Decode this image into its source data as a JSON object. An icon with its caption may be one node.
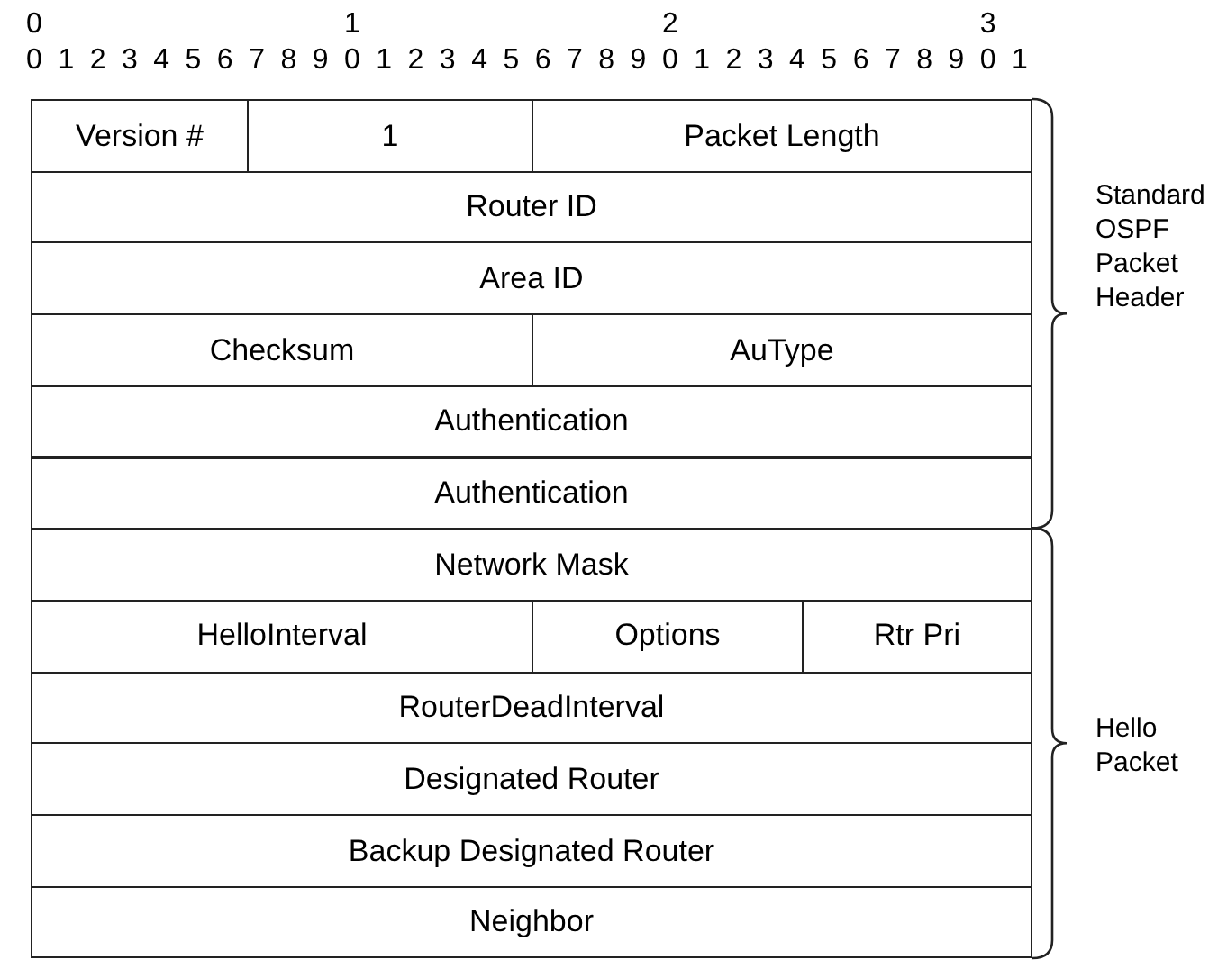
{
  "diagram": {
    "nodes": [
      {
        "text": [
          "Version #"
        ]
      },
      {
        "text": [
          "1"
        ]
      },
      {
        "text": [
          "Packet Length"
        ]
      },
      {
        "text": [
          "Router ID"
        ]
      },
      {
        "text": [
          "Area ID"
        ]
      },
      {
        "text": [
          "Checksum"
        ]
      },
      {
        "text": [
          "AuType"
        ]
      },
      {
        "text": [
          "Authentication"
        ]
      },
      {
        "text": [
          "Authentication"
        ]
      },
      {
        "text": [
          "Network Mask"
        ]
      },
      {
        "text": [
          "HelloInterval"
        ]
      },
      {
        "text": [
          "Options"
        ]
      },
      {
        "text": [
          "Rtr Pri"
        ]
      },
      {
        "text": [
          "RouterDeadInterval"
        ]
      },
      {
        "text": [
          "Designated Router"
        ]
      },
      {
        "text": [
          "Backup Designated Router"
        ]
      },
      {
        "text": [
          "Neighbor"
        ]
      }
    ],
    "edges": [],
    "labels": [
      "0",
      "1",
      "2",
      "3",
      "0",
      "1",
      "2",
      "3",
      "4",
      "5",
      "6",
      "7",
      "8",
      "9",
      "0",
      "1",
      "2",
      "3",
      "4",
      "5",
      "6",
      "7",
      "8",
      "9",
      "0",
      "1",
      "2",
      "3",
      "4",
      "5",
      "6",
      "7",
      "8",
      "9",
      "0",
      "1",
      "Standard OSPF Packet Header",
      "Hello Packet"
    ]
  }
}
